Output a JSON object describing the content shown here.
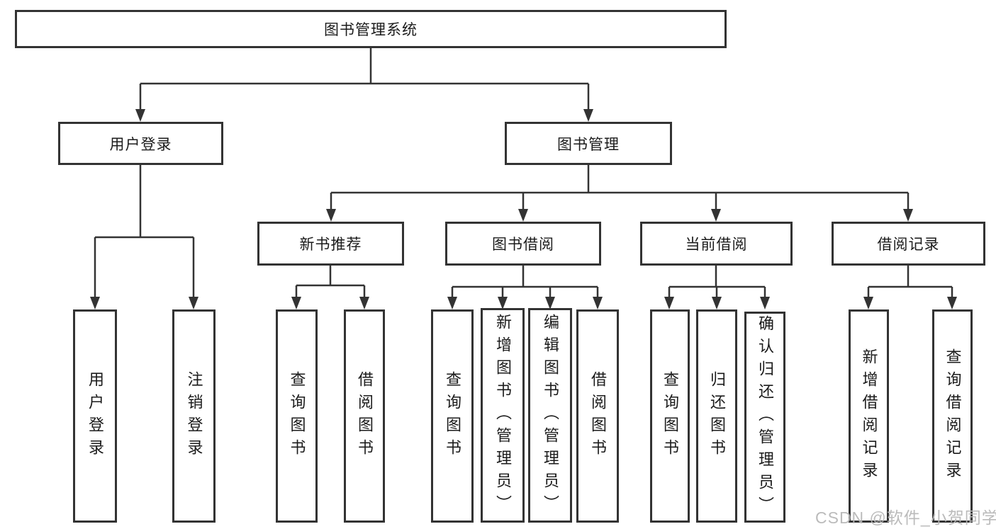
{
  "diagram": {
    "type": "hierarchy-tree",
    "nodes": {
      "root": "图书管理系统",
      "user_login": "用户登录",
      "book_mgmt": "图书管理",
      "new_book_rec": "新书推荐",
      "book_borrow": "图书借阅",
      "current_borrow": "当前借阅",
      "borrow_records": "借阅记录",
      "leaf_user_login": "用户登录",
      "leaf_logout": "注销登录",
      "leaf_nbr_query": "查询图书",
      "leaf_nbr_borrow": "借阅图书",
      "leaf_bb_query": "查询图书",
      "leaf_bb_add": "新增图书（管理员）",
      "leaf_bb_edit": "编辑图书（管理员）",
      "leaf_bb_borrow": "借阅图书",
      "leaf_cb_query": "查询图书",
      "leaf_cb_return": "归还图书",
      "leaf_cb_confirm": "确认归还（管理员）",
      "leaf_br_add": "新增借阅记录",
      "leaf_br_query": "查询借阅记录"
    },
    "hierarchy": [
      {
        "parent": "图书管理系统",
        "children": [
          "用户登录",
          "图书管理"
        ]
      },
      {
        "parent": "用户登录",
        "children": [
          "用户登录",
          "注销登录"
        ]
      },
      {
        "parent": "图书管理",
        "children": [
          "新书推荐",
          "图书借阅",
          "当前借阅",
          "借阅记录"
        ]
      },
      {
        "parent": "新书推荐",
        "children": [
          "查询图书",
          "借阅图书"
        ]
      },
      {
        "parent": "图书借阅",
        "children": [
          "查询图书",
          "新增图书（管理员）",
          "编辑图书（管理员）",
          "借阅图书"
        ]
      },
      {
        "parent": "当前借阅",
        "children": [
          "查询图书",
          "归还图书",
          "确认归还（管理员）"
        ]
      },
      {
        "parent": "借阅记录",
        "children": [
          "新增借阅记录",
          "查询借阅记录"
        ]
      }
    ]
  },
  "watermark": "CSDN @软件_小贺同学",
  "colors": {
    "line": "#333333",
    "box_border": "#333333",
    "box_bg": "#ffffff",
    "text": "#1b1b1b",
    "watermark": "#b7b7b7"
  }
}
